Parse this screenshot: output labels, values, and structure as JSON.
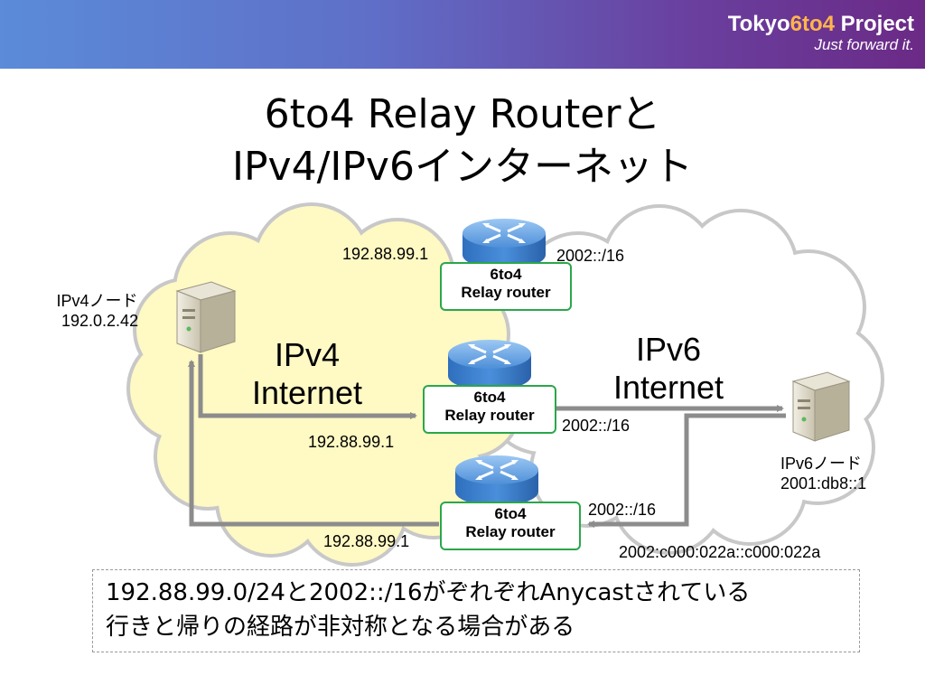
{
  "header": {
    "brand_prefix": "Tokyo",
    "brand_highlight": "6to4",
    "brand_suffix": " Project",
    "tagline": "Just forward it.",
    "gradient_start": "#5b8bd9",
    "gradient_end": "#6b2a86"
  },
  "title": {
    "line1": "6to4 Relay Routerと",
    "line2": "IPv4/IPv6インターネット"
  },
  "clouds": {
    "ipv4": {
      "line1": "IPv4",
      "line2": "Internet",
      "fill": "#fff9c4",
      "stroke": "#c8c8c8"
    },
    "ipv6": {
      "line1": "IPv6",
      "line2": "Internet",
      "fill": "#ffffff",
      "stroke": "#c8c8c8"
    }
  },
  "nodes": {
    "ipv4_node": {
      "name": "IPv4ノード",
      "address": "192.0.2.42",
      "icon": "server-icon"
    },
    "ipv6_node": {
      "name": "IPv6ノード",
      "address": "2001:db8::1",
      "icon": "server-icon"
    }
  },
  "routers": [
    {
      "line1": "6to4",
      "line2": "Relay router",
      "ipv4_addr": "192.88.99.1",
      "ipv6_prefix": "2002::/16",
      "icon": "router-icon"
    },
    {
      "line1": "6to4",
      "line2": "Relay router",
      "ipv4_addr": "192.88.99.1",
      "ipv6_prefix": "2002::/16",
      "icon": "router-icon"
    },
    {
      "line1": "6to4",
      "line2": "Relay router",
      "ipv4_addr": "192.88.99.1",
      "ipv6_prefix": "2002::/16",
      "icon": "router-icon"
    }
  ],
  "six_to_four_address": "2002:c000:022a::c000:022a",
  "note": {
    "line1": "192.88.99.0/24と2002::/16がぞれぞれAnycastされている",
    "line2": "行きと帰りの経路が非対称となる場合がある"
  },
  "colors": {
    "router_box_border": "#2aa74a",
    "arrow": "#8c8c8c",
    "router_blue": "#3a78c8"
  }
}
